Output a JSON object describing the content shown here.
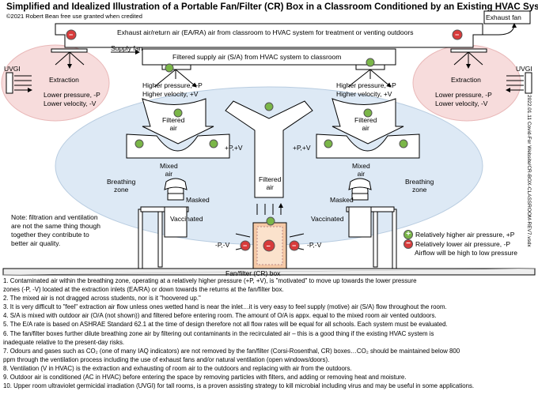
{
  "header": {
    "title": "Simplified and Idealized Illustration of a Portable Fan/Filter (CR) Box in a Classroom Conditioned by an Existing HVAC System",
    "copyright": "©2021 Robert Bean free use granted when credited"
  },
  "side_text": "2022.01.11 Covid-For Website/CR-BOX-CLASSROOM-REV7.vsdx",
  "colors": {
    "positive": "#7ab648",
    "negative": "#d83b3b",
    "room_fill": "#dde9f5",
    "extraction_fill": "#f7dcdc"
  },
  "diagram": {
    "exhaust_fan": "Exhaust fan",
    "supply_fan": "Supply fan",
    "exhaust_duct": "Exhaust air/return air (EA/RA) air from classroom to HVAC system for treatment or venting outdoors",
    "supply_duct": "Filtered supply air (S/A) from HVAC system to classroom",
    "uvgi_left": "UVGI",
    "uvgi_right": "UVGI",
    "extraction_left": "Extraction",
    "extraction_right": "Extraction",
    "low_pressure_left": "Lower pressure, -P",
    "low_velocity_left": "Lower velocity, -V",
    "low_pressure_right": "Lower pressure, -P",
    "low_velocity_right": "Lower velocity, -V",
    "high_pressure_left": "Higher pressure, +P",
    "high_velocity_left": "Higher velocity, +V",
    "high_pressure_right": "Higher pressure, +P",
    "high_velocity_right": "Higher velocity, +V",
    "filtered_air_left": "Filtered\nair",
    "filtered_air_right": "Filtered\nair",
    "filtered_air_center": "Filtered\nair",
    "pv_left": "+P,+V",
    "pv_right": "+P,+V",
    "mixed_air_left": "Mixed\nair",
    "mixed_air_right": "Mixed\nair",
    "breathing_zone_left": "Breathing\nzone",
    "breathing_zone_right": "Breathing\nzone",
    "masked_left": "Masked",
    "masked_right": "Masked",
    "vaccinated_left": "Vaccinated",
    "vaccinated_right": "Vaccinated",
    "box_pv_left": "-P,-V",
    "box_pv_right": "-P,-V",
    "box_label": "Fan/filter (CR) box",
    "note": "Note: filtration and ventilation are not the same thing though together they contribute to better air quality."
  },
  "legend": {
    "positive": "Relatively higher air pressure, +P",
    "negative": "Relatively lower air pressure, -P",
    "flow": "Airflow will be high to low pressure"
  },
  "notes": [
    "1. Contaminated air within the breathing zone, operating at a relatively higher pressure (+P, +V), is \"motivated\" to move up towards the lower pressure",
    "zones (-P, -V) located at the extraction inlets (EA/RA) or down towards the returns at the fan/filter box.",
    "2. The mixed air is not dragged across students, nor is it \"hoovered up.\"",
    "3. It is very difficult to \"feel\" extraction air flow unless ones wetted hand is near the inlet…it is very easy to feel supply (motive) air (S/A) flow throughout the room.",
    "4. S/A is mixed with outdoor air (O/A (not shown)) and filtered before entering room. The amount of O/A is appx. equal to the mixed room air vented outdoors.",
    "5. The E/A rate is based on ASHRAE Standard 62.1 at the time of design therefore not all flow rates will be equal for all schools. Each system must be evaluated.",
    "6. The fan/filter boxes further dilute breathing zone air by filtering out contaminants in the recirculated air – this is a good thing if the existing HVAC system is",
    "inadequate relative to the present-day risks.",
    "7. Odours and gases such as CO₂ (one of many IAQ indicators) are not removed by the fan/filter (Corsi-Rosenthal, CR) boxes…CO₂ should be maintained below 800",
    "ppm through the ventilation process including the use of exhaust fans and/or natural ventilation (open windows/doors).",
    "8. Ventilation (V in HVAC) is the extraction and exhausting of room air to the outdoors and replacing with air from the outdoors.",
    "9. Outdoor air is conditioned (AC in HVAC)  before entering the space by removing particles with filters, and adding or removing heat and moisture.",
    "10. Upper room ultraviolet germicidal irradiation (UVGI) for tall rooms, is a proven assisting strategy to kill microbial including virus and may be useful in some applications."
  ]
}
